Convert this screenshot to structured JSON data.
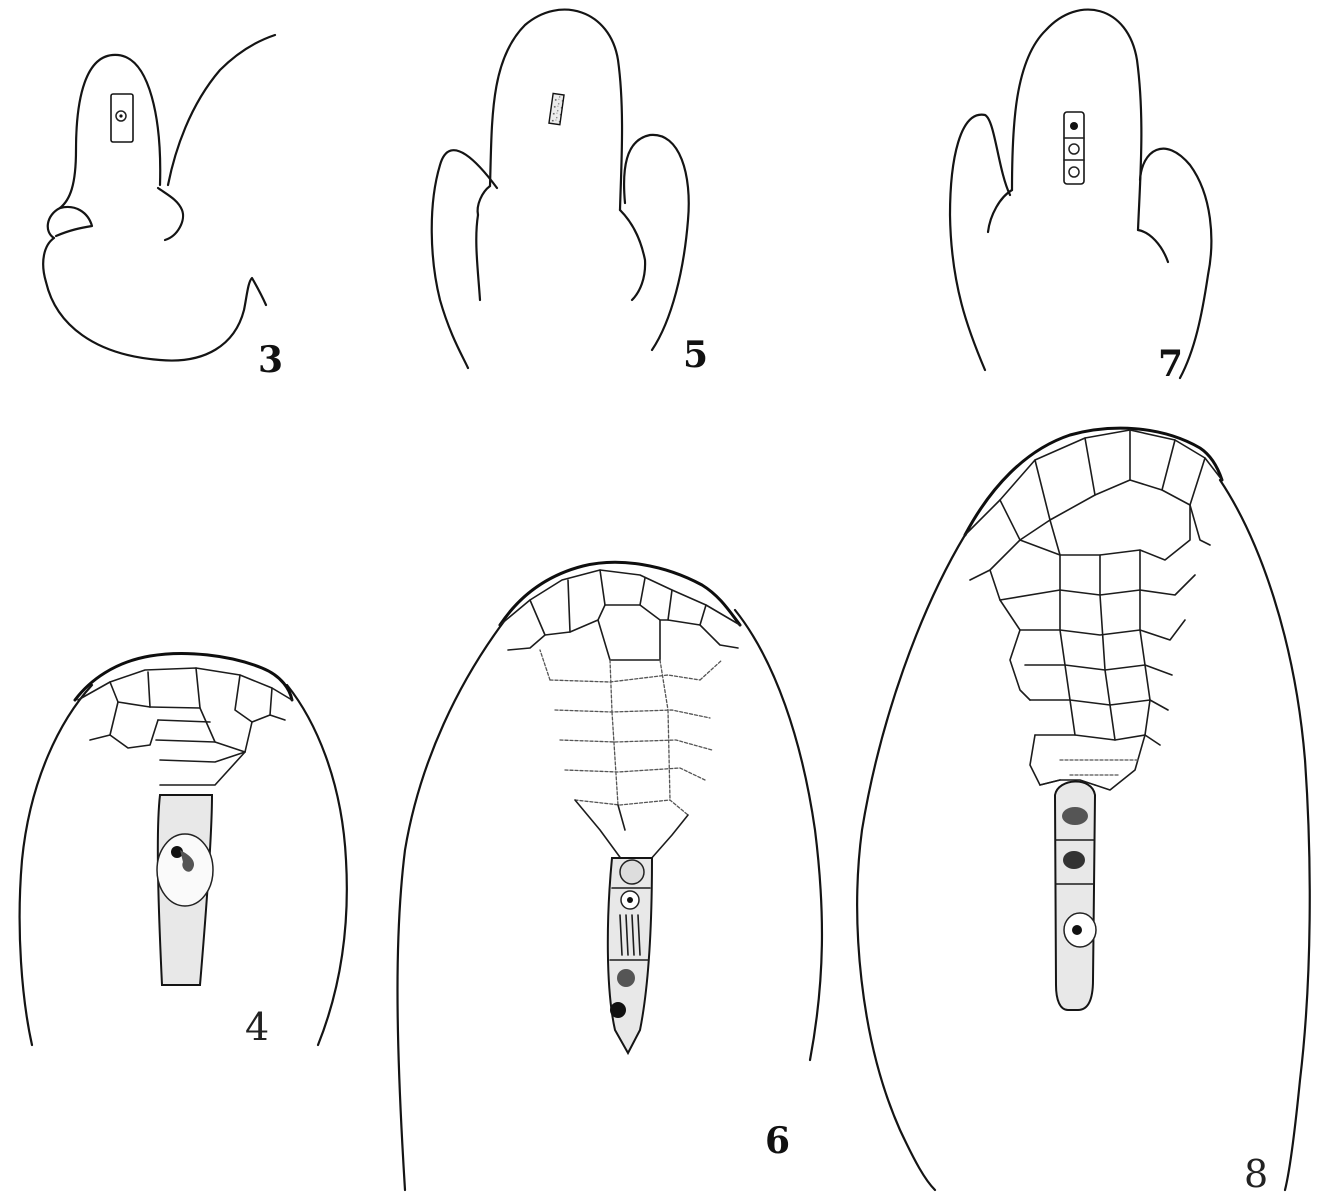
{
  "plate": {
    "figures": [
      {
        "id": "fig-3",
        "label": "3"
      },
      {
        "id": "fig-5",
        "label": "5"
      },
      {
        "id": "fig-7",
        "label": "7"
      },
      {
        "id": "fig-4",
        "label": "4"
      },
      {
        "id": "fig-6",
        "label": "6"
      },
      {
        "id": "fig-8",
        "label": "8"
      }
    ]
  }
}
